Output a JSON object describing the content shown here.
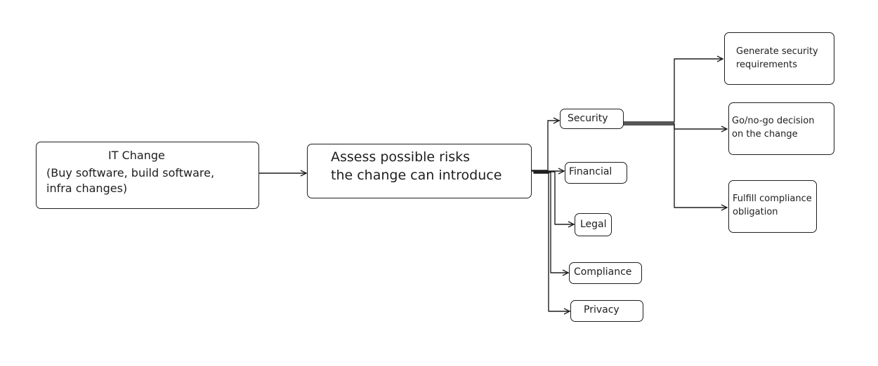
{
  "diagram": {
    "colors": {
      "stroke": "#1e1e1e",
      "background": "#ffffff"
    },
    "it_change": {
      "title": "IT Change",
      "line2": "(Buy software, build software,",
      "line3": "infra changes)"
    },
    "assess": {
      "line1": "Assess possible risks",
      "line2": "the change can introduce"
    },
    "risks": {
      "security": "Security",
      "financial": "Financial",
      "legal": "Legal",
      "compliance": "Compliance",
      "privacy": "Privacy"
    },
    "outcomes": {
      "generate_line1": "Generate security",
      "generate_line2": "requirements",
      "gonogo_line1": "Go/no-go decision",
      "gonogo_line2": "on the change",
      "fulfill_line1": "Fulfill compliance",
      "fulfill_line2": "obligation"
    }
  }
}
